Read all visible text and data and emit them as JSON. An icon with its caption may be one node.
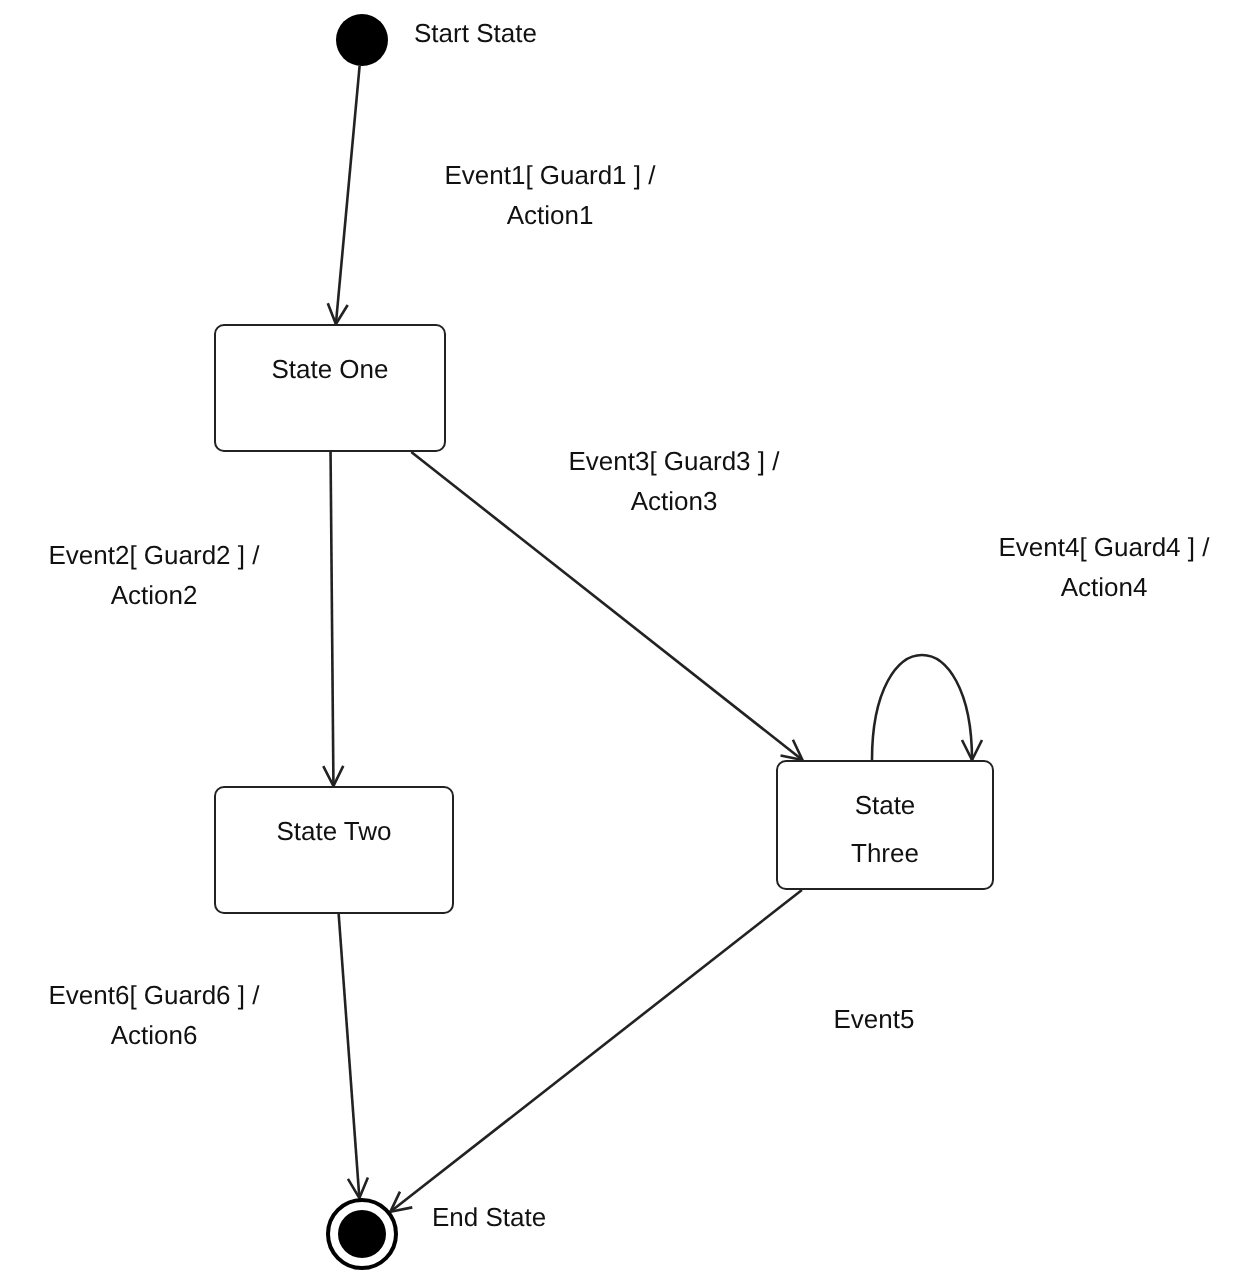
{
  "diagram": {
    "nodes": [
      {
        "text": [],
        "shape": "circle",
        "beside": [
          "Start State"
        ]
      },
      {
        "text": [
          "State One"
        ]
      },
      {
        "text": [
          "State Two"
        ]
      },
      {
        "text": [
          "State Three"
        ]
      },
      {
        "text": [],
        "shape": "circle",
        "beside": [
          "End State"
        ]
      }
    ],
    "edges": [
      {
        "from": 0,
        "to": 1,
        "arrow": "to",
        "label": "Event1[ Guard1 ] / Action1"
      },
      {
        "from": 1,
        "to": 2,
        "arrow": "to",
        "label": "Event2[ Guard2 ] / Action2"
      },
      {
        "from": 1,
        "to": 3,
        "arrow": "to",
        "label": "Event3[ Guard3 ] / Action3"
      },
      {
        "from": 3,
        "to": 3,
        "arrow": "to",
        "label": "Event4[ Guard4 ] / Action4"
      },
      {
        "from": 2,
        "to": 4,
        "arrow": "to",
        "label": "Event6[ Guard6 ] / Action6"
      },
      {
        "from": 3,
        "to": 4,
        "arrow": "to",
        "label": "Event5"
      }
    ]
  }
}
